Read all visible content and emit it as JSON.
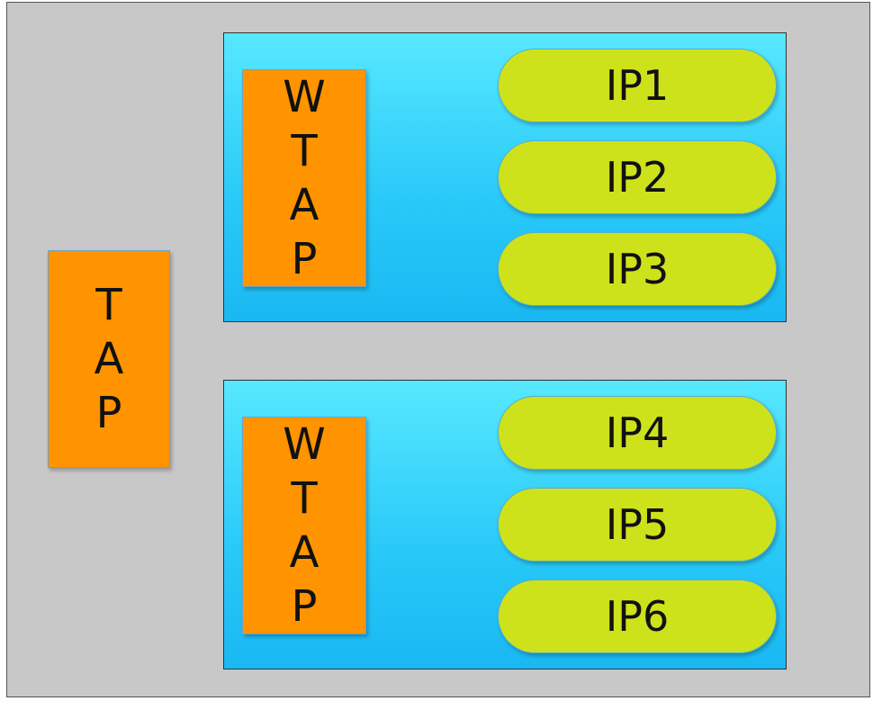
{
  "tap": {
    "letters": [
      "T",
      "A",
      "P"
    ]
  },
  "groups": [
    {
      "wtap_letters": [
        "W",
        "T",
        "A",
        "P"
      ],
      "ips": [
        "IP1",
        "IP2",
        "IP3"
      ]
    },
    {
      "wtap_letters": [
        "W",
        "T",
        "A",
        "P"
      ],
      "ips": [
        "IP4",
        "IP5",
        "IP6"
      ]
    }
  ],
  "colors": {
    "background": "#c8c8c8",
    "tap_fill": "#ff9300",
    "group_fill_top": "#57e8ff",
    "group_fill_bottom": "#1ab8f2",
    "ip_fill": "#cde21a"
  }
}
